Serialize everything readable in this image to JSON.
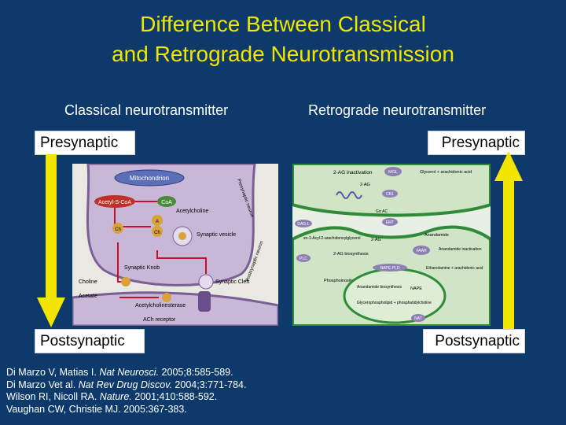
{
  "slide": {
    "title_line1": "Difference Between Classical",
    "title_line2": "and Retrograde Neurotransmission"
  },
  "columns": {
    "classical": "Classical neurotransmitter",
    "retrograde": "Retrograde neurotransmitter"
  },
  "labels": {
    "presynaptic_left": "Presynaptic",
    "presynaptic_right": "Presynaptic",
    "postsynaptic_left": "Postsynaptic",
    "postsynaptic_right": "Postsynaptic"
  },
  "classical_diagram": {
    "mitochondrion": "Mitochondrion",
    "acetyl_coa": "Acetyl-S-CoA",
    "coa": "CoA",
    "acetylcholine": "Acetylcholine",
    "ch": "Ch",
    "a": "A",
    "synaptic_vesicle": "Synaptic vesicle",
    "synaptic_knob": "Synaptic Knob",
    "choline": "Choline",
    "acetate": "Acetate",
    "synaptic_cleft": "Synaptic Cleft",
    "acetylcholinesterase": "Acetylcholinesterase",
    "ach_receptor": "ACh receptor",
    "presynaptic_neuron": "Presynaptic neuron",
    "postsynaptic_neuron": "Postsynaptic neuron"
  },
  "retrograde_diagram": {
    "two_ag_inactivation": "2-AG inactivation",
    "mgl": "MGL",
    "glycerol_arachidonic": "Glycerol + arachidonic acid",
    "two_ag_top": "2-AG",
    "cb1": "CB1",
    "gs_ac": "Gα AC",
    "emt_top": "EMT",
    "dag_l": "DAG-L",
    "two_ag_mid": "2-AG",
    "anandamide": "Anandamide",
    "acyl_arachidonoyl": "sn-1-Acyl-2-arachidonoylglycerol",
    "two_ag_biosynthesis": "2-AG biosynthesis",
    "faah": "FAAH",
    "anandamide_inactivation": "Anandamide inactivation",
    "plc": "PLC",
    "ethanolamine": "Ethanolamine + arachidonic acid",
    "phosphoinositides": "Phosphoinositides",
    "nape_pld": "NAPE-PLD",
    "anandamide_biosynthesis": "Anandamide biosynthesis",
    "nape": "NAPE",
    "glycerophospholipid": "Glycerophospholipid + phosphatidylcholine",
    "nat": "NAT"
  },
  "references": [
    {
      "authors": "Di Marzo V, Matias I. ",
      "journal": "Nat Neurosci.",
      "rest": " 2005;8:585-589."
    },
    {
      "authors": "Di Marzo Vet al. ",
      "journal": "Nat Rev Drug Discov.",
      "rest": " 2004;3:771-784."
    },
    {
      "authors": "Wilson RI, Nicoll RA. ",
      "journal": "Nature.",
      "rest": " 2001;410:588-592."
    },
    {
      "authors": "Vaughan CW, Christie MJ. ",
      "journal": "",
      "rest": "2005:367-383."
    }
  ],
  "colors": {
    "background": "#0d3a6b",
    "title": "#f2e600",
    "arrow": "#f2e600"
  }
}
